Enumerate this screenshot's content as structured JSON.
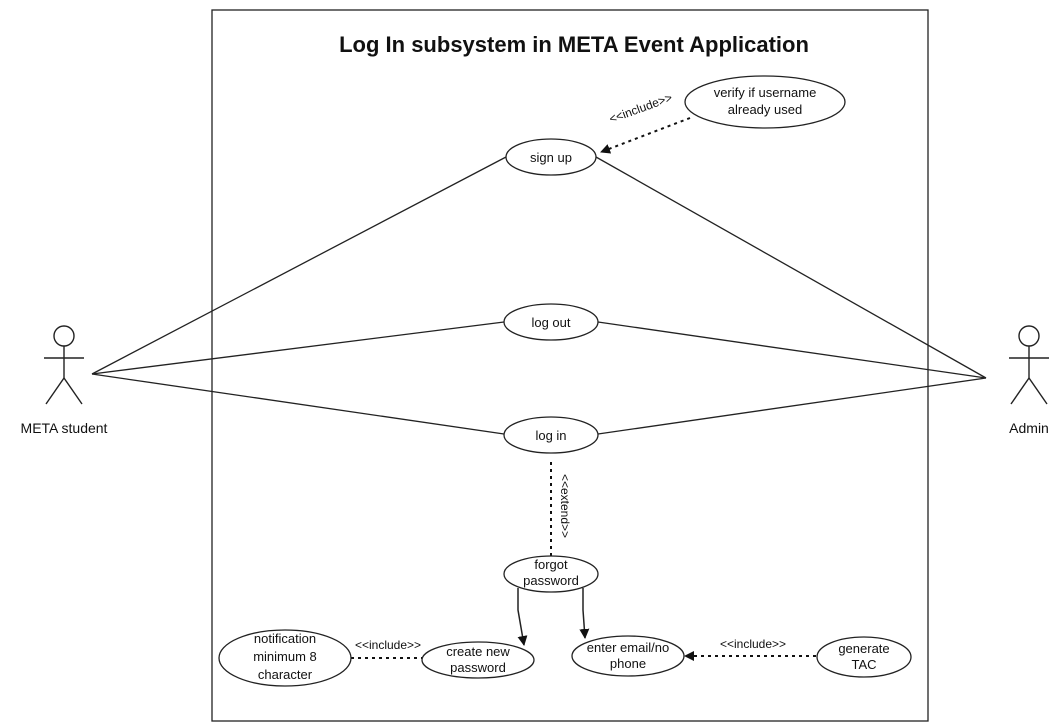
{
  "diagram": {
    "title": "Log In subsystem in META Event Application",
    "actors": {
      "student": "META student",
      "admin": "Admin"
    },
    "use_cases": {
      "sign_up": [
        "sign up"
      ],
      "verify_username": [
        "verify if username",
        "already used"
      ],
      "log_out": [
        "log out"
      ],
      "log_in": [
        "log in"
      ],
      "forgot_password": [
        "forgot",
        "password"
      ],
      "create_new_password": [
        "create new",
        "password"
      ],
      "notification": [
        "notification",
        "minimum 8",
        "character"
      ],
      "enter_email": [
        "enter email/no",
        "phone"
      ],
      "generate_tac": [
        "generate",
        "TAC"
      ]
    },
    "relationships": {
      "include": "<<include>>",
      "extend": "<<extend>>"
    }
  }
}
